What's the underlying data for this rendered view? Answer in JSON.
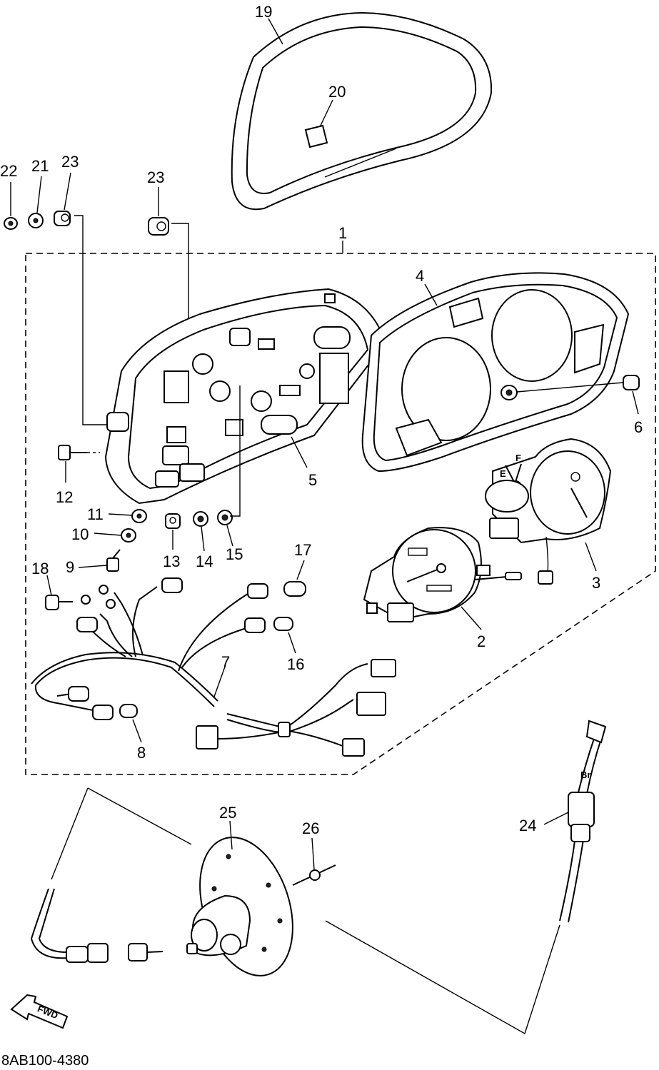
{
  "part_labels": {
    "p1": "1",
    "p2": "2",
    "p3": "3",
    "p4": "4",
    "p5": "5",
    "p6": "6",
    "p7": "7",
    "p8": "8",
    "p9": "9",
    "p10": "10",
    "p11": "11",
    "p12": "12",
    "p13": "13",
    "p14": "14",
    "p15": "15",
    "p16": "16",
    "p17": "17",
    "p18": "18",
    "p19": "19",
    "p20": "20",
    "p21": "21",
    "p22": "22",
    "p23a": "23",
    "p23b": "23",
    "p24": "24",
    "p25": "25",
    "p26": "26"
  },
  "gauge_marks": {
    "tacho_e": "E",
    "tacho_f": "F"
  },
  "cable_mark": "Br",
  "direction_arrow": "FWD",
  "drawing_code": "8AB100-4380"
}
